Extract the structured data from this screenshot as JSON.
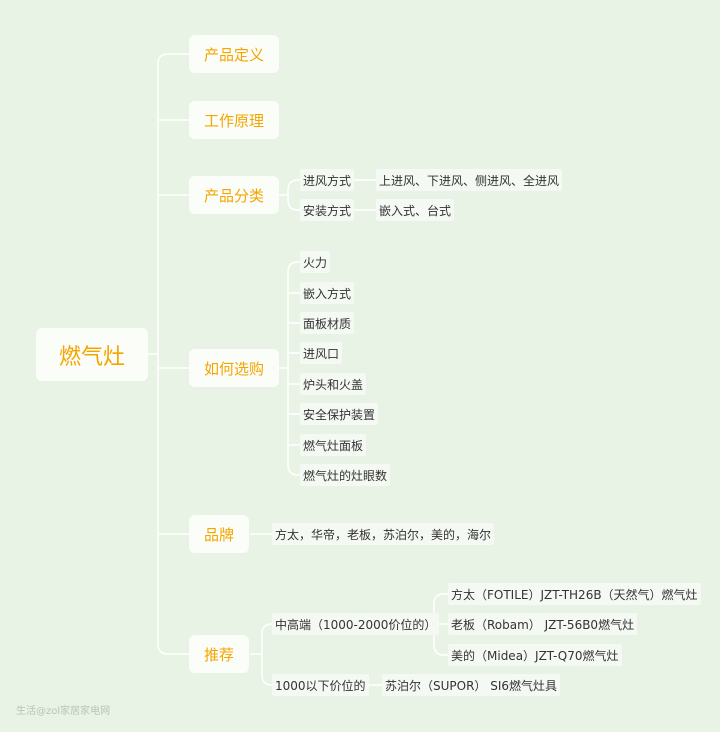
{
  "root": "燃气灶",
  "level1": {
    "definition": "产品定义",
    "principle": "工作原理",
    "category": "产品分类",
    "selection": "如何选购",
    "brand": "品牌",
    "recommend": "推荐"
  },
  "category": {
    "intake_label": "进风方式",
    "intake_value": "上进风、下进风、侧进风、全进风",
    "install_label": "安装方式",
    "install_value": "嵌入式、台式"
  },
  "selection": {
    "items": [
      "火力",
      "嵌入方式",
      "面板材质",
      "进风口",
      "炉头和火盖",
      "安全保护装置",
      "燃气灶面板",
      "燃气灶的灶眼数"
    ]
  },
  "brand": {
    "value": "方太，华帝，老板，苏泊尔，美的，海尔"
  },
  "recommend": {
    "high_label": "中高端（1000-2000价位的）",
    "high_items": [
      "方太（FOTILE）JZT-TH26B（天然气）燃气灶",
      "老板（Robam） JZT-56B0燃气灶",
      "美的（Midea）JZT-Q70燃气灶"
    ],
    "low_label": "1000以下价位的",
    "low_value": "苏泊尔（SUPOR） SI6燃气灶具"
  },
  "watermark": "生活@zol家居家电网"
}
